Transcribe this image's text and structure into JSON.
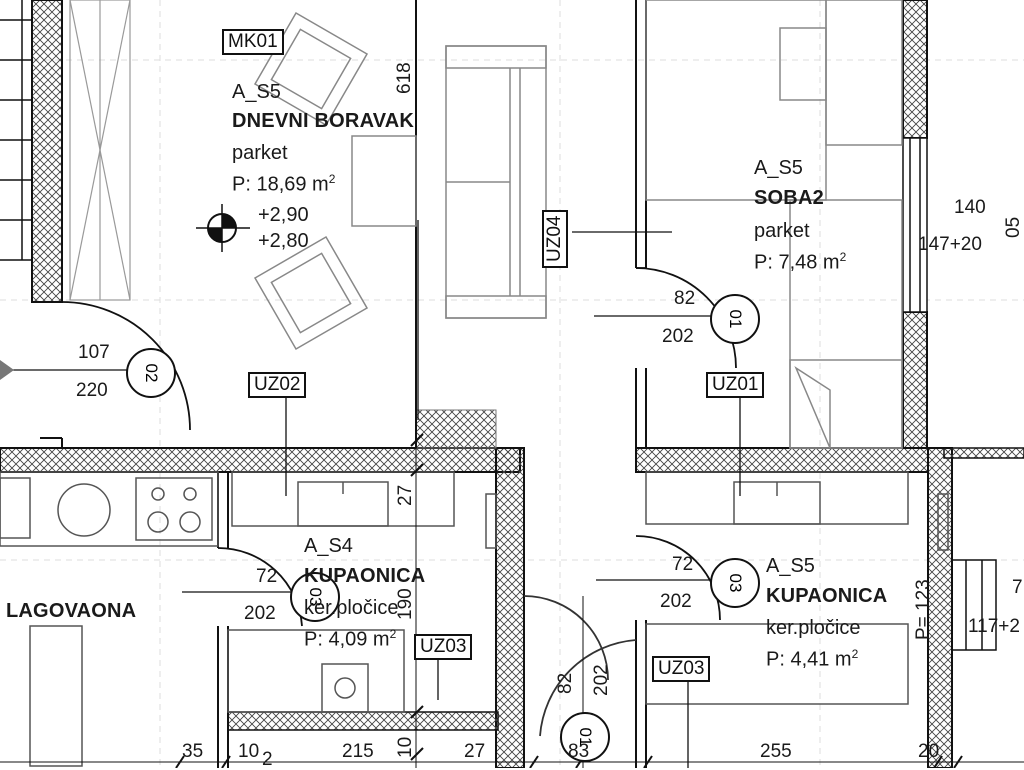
{
  "rooms": [
    {
      "id": "dnevni",
      "code": "A_S5",
      "name": "DNEVNI BORAVAK",
      "floor": "parket",
      "area": "P: 18,69 m",
      "sup": "2"
    },
    {
      "id": "soba2",
      "code": "A_S5",
      "name": "SOBA2",
      "floor": "parket",
      "area": "P: 7,48 m",
      "sup": "2"
    },
    {
      "id": "kup1",
      "code": "A_S4",
      "name": "KUPAONICA",
      "floor": "ker.pločice",
      "area": "P: 4,09 m",
      "sup": "2"
    },
    {
      "id": "kup2",
      "code": "A_S5",
      "name": "KUPAONICA",
      "floor": "ker.pločice",
      "area": "P: 4,41 m",
      "sup": "2"
    },
    {
      "id": "blag",
      "name": "LAGOVAONA"
    }
  ],
  "tags": {
    "mk01": "MK01",
    "uz02": "UZ02",
    "uz04": "UZ04",
    "uz01": "UZ01",
    "uz03a": "UZ03",
    "uz03b": "UZ03"
  },
  "levels": {
    "upper": "+2,90",
    "lower": "+2,80"
  },
  "doors": {
    "d01a": "01",
    "d02": "02",
    "d03a": "03",
    "d03b": "03",
    "d01b": "01"
  },
  "dims": {
    "d618": "618",
    "d107": "107",
    "d220": "220",
    "d82a": "82",
    "d202a": "202",
    "d140": "140",
    "d147": "147+20",
    "d05": "05",
    "d27a": "27",
    "d72a": "72",
    "d202b": "202",
    "d190": "190",
    "d72b": "72",
    "d202c": "202",
    "p123": "P= 123",
    "d7": "7",
    "d117": "117+2",
    "d82b": "82",
    "d202d": "202",
    "b35": "35",
    "b10a": "10",
    "b2": "2",
    "b215": "215",
    "b10b": "10",
    "b27": "27",
    "b83": "83",
    "b255": "255",
    "b20": "20"
  }
}
